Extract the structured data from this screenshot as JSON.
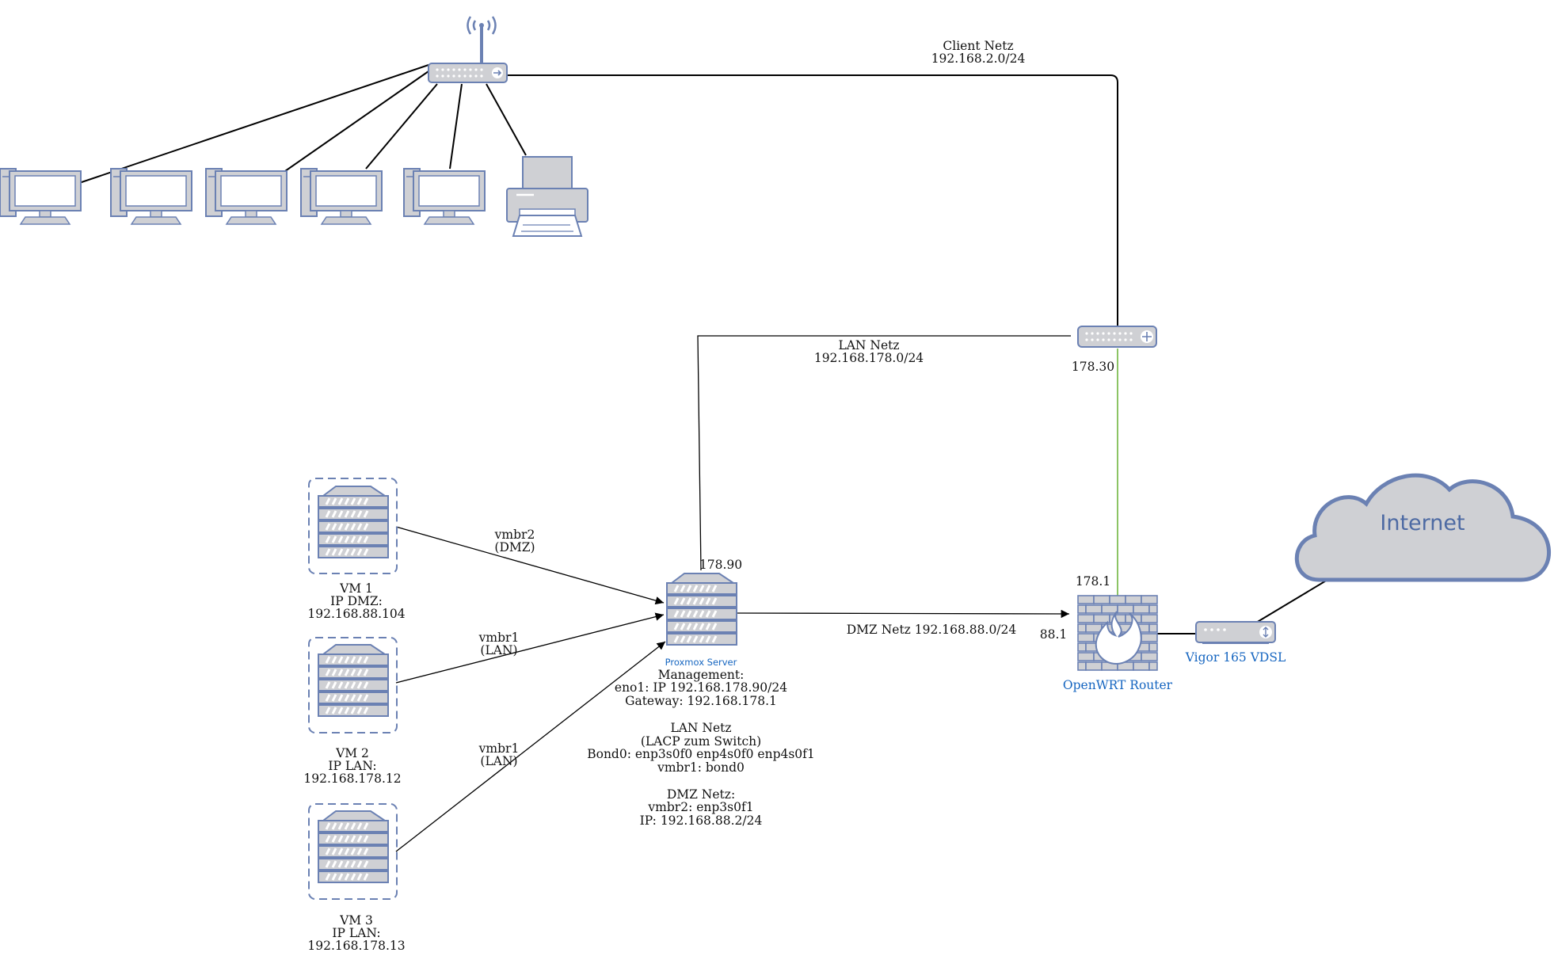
{
  "colors": {
    "device_fill": "#cfd0d4",
    "device_stroke": "#6b81b3",
    "line": "#000000",
    "green_link": "#66b032",
    "label_blue": "#1565c0",
    "cloud_fill": "#cfd0d4",
    "cloud_stroke": "#6b81b3"
  },
  "labels": {
    "client_netz": "Client Netz",
    "client_subnet": "192.168.2.0/24",
    "lan_netz": "LAN Netz",
    "lan_subnet": "192.168.178.0/24",
    "switch_ip": "178.30",
    "proxmox_ip": "178.90",
    "firewall_lan_ip": "178.1",
    "firewall_dmz_ip": "88.1",
    "dmz_netz": "DMZ Netz 192.168.88.0/24",
    "vmbr2": "vmbr2",
    "vmbr2_sub": "(DMZ)",
    "vmbr1_a": "vmbr1",
    "vmbr1_a_sub": "(LAN)",
    "vmbr1_b": "vmbr1",
    "vmbr1_b_sub": "(LAN)",
    "internet": "Internet",
    "vigor": "Vigor 165 VDSL",
    "openwrt": "OpenWRT Router",
    "proxmox": "Proxmox Server"
  },
  "vms": [
    {
      "name": "VM 1",
      "net": "IP DMZ:",
      "ip": "192.168.88.104"
    },
    {
      "name": "VM 2",
      "net": "IP LAN:",
      "ip": "192.168.178.12"
    },
    {
      "name": "VM 3",
      "net": "IP LAN:",
      "ip": "192.168.178.13"
    }
  ],
  "proxmox_details": [
    "Management:",
    "eno1: IP 192.168.178.90/24",
    "Gateway: 192.168.178.1",
    "",
    "LAN Netz",
    "(LACP zum Switch)",
    "Bond0: enp3s0f0 enp4s0f0 enp4s0f1",
    "vmbr1: bond0",
    "",
    "DMZ Netz:",
    "vmbr2: enp3s0f1",
    "IP: 192.168.88.2/24"
  ],
  "icons": [
    "wireless-access-point-icon",
    "desktop-pc-icon",
    "printer-icon",
    "network-switch-icon",
    "server-icon",
    "firewall-icon",
    "modem-icon",
    "cloud-icon"
  ]
}
